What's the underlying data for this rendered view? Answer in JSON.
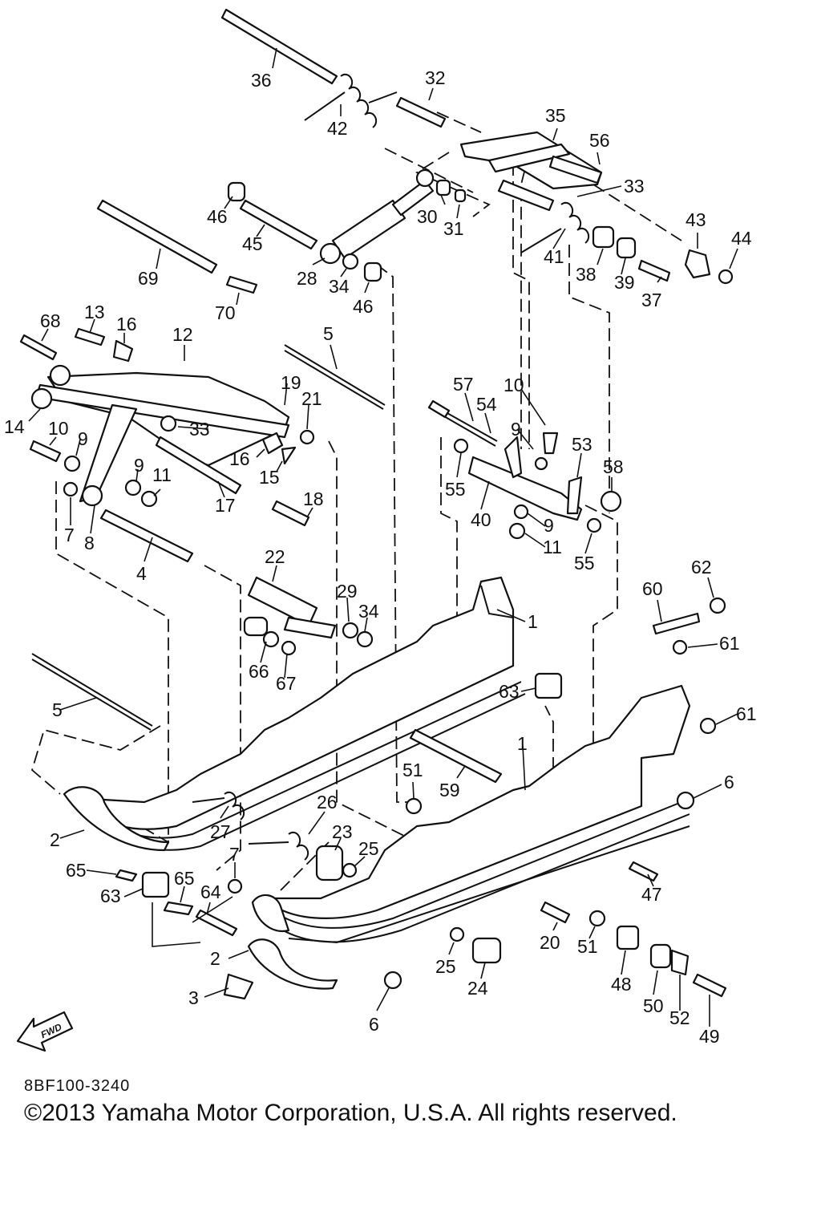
{
  "diagram_code": "8BF100-3240",
  "copyright": "©2013 Yamaha Motor Corporation, U.S.A. All rights reserved.",
  "fwd_label": "FWD",
  "part_labels": [
    "36",
    "42",
    "32",
    "35",
    "56",
    "33",
    "43",
    "44",
    "46",
    "45",
    "30",
    "31",
    "41",
    "38",
    "39",
    "37",
    "69",
    "70",
    "28",
    "34",
    "46",
    "68",
    "13",
    "16",
    "12",
    "5",
    "10",
    "57",
    "54",
    "9",
    "53",
    "58",
    "14",
    "10",
    "9",
    "33",
    "19",
    "21",
    "16",
    "15",
    "9",
    "11",
    "17",
    "18",
    "7",
    "8",
    "4",
    "55",
    "40",
    "9",
    "11",
    "55",
    "22",
    "29",
    "34",
    "1",
    "60",
    "62",
    "61",
    "66",
    "67",
    "63",
    "5",
    "61",
    "6",
    "51",
    "59",
    "1",
    "2",
    "27",
    "26",
    "23",
    "25",
    "7",
    "65",
    "65",
    "64",
    "63",
    "47",
    "2",
    "20",
    "51",
    "25",
    "24",
    "48",
    "50",
    "52",
    "49",
    "3",
    "6"
  ]
}
